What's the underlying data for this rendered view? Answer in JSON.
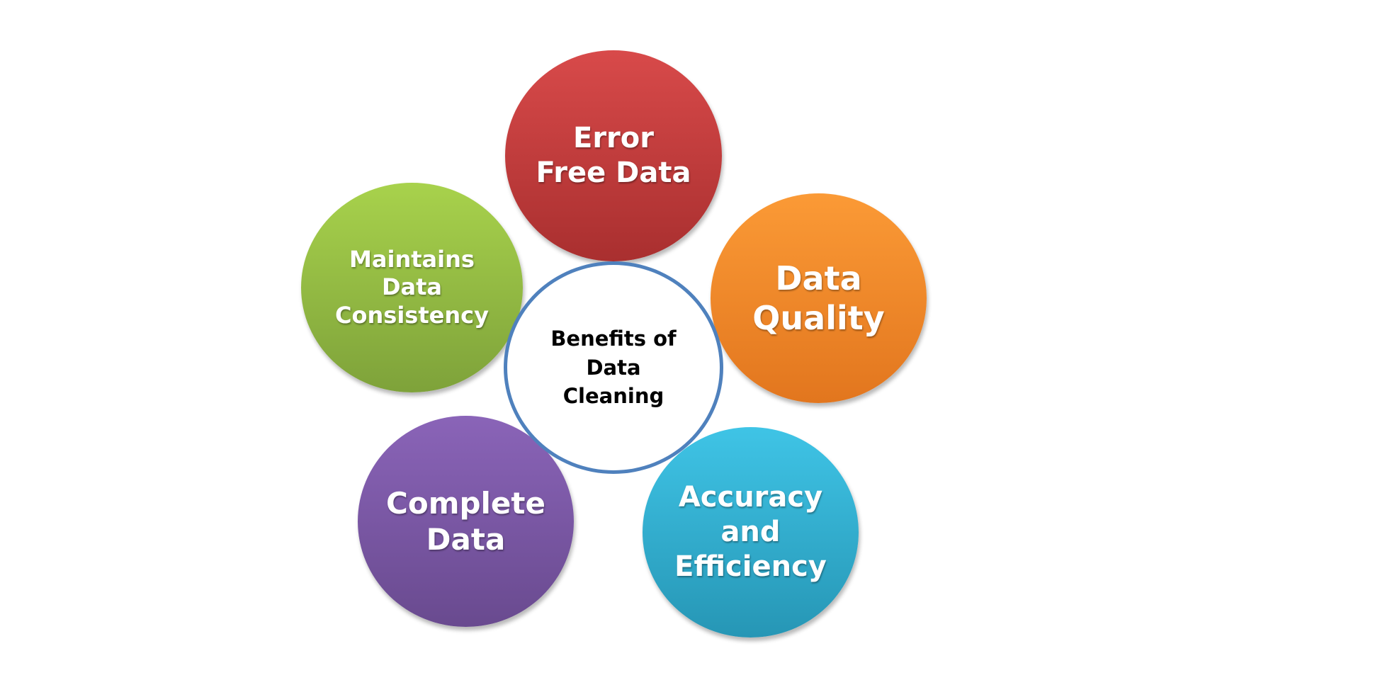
{
  "diagram": {
    "title": "Benefits of Data Cleaning",
    "center": {
      "lines": [
        "Benefits of",
        "Data",
        "Cleaning"
      ],
      "border_color": "#4f81bd"
    },
    "nodes": [
      {
        "id": "error-free-data",
        "lines": [
          "Error",
          "Free Data"
        ],
        "color_top": "#d84a4a",
        "color_bottom": "#a92f2f"
      },
      {
        "id": "data-quality",
        "lines": [
          "Data",
          "Quality"
        ],
        "color_top": "#fb9a36",
        "color_bottom": "#e2761e"
      },
      {
        "id": "accuracy-and-efficiency",
        "lines": [
          "Accuracy",
          "and",
          "Efficiency"
        ],
        "color_top": "#3fc4e6",
        "color_bottom": "#2696b5"
      },
      {
        "id": "complete-data",
        "lines": [
          "Complete",
          "Data"
        ],
        "color_top": "#8a64b8",
        "color_bottom": "#694a8f"
      },
      {
        "id": "maintains-data-consistency",
        "lines": [
          "Maintains",
          "Data",
          "Consistency"
        ],
        "color_top": "#a8d24c",
        "color_bottom": "#7ea23a"
      }
    ]
  }
}
